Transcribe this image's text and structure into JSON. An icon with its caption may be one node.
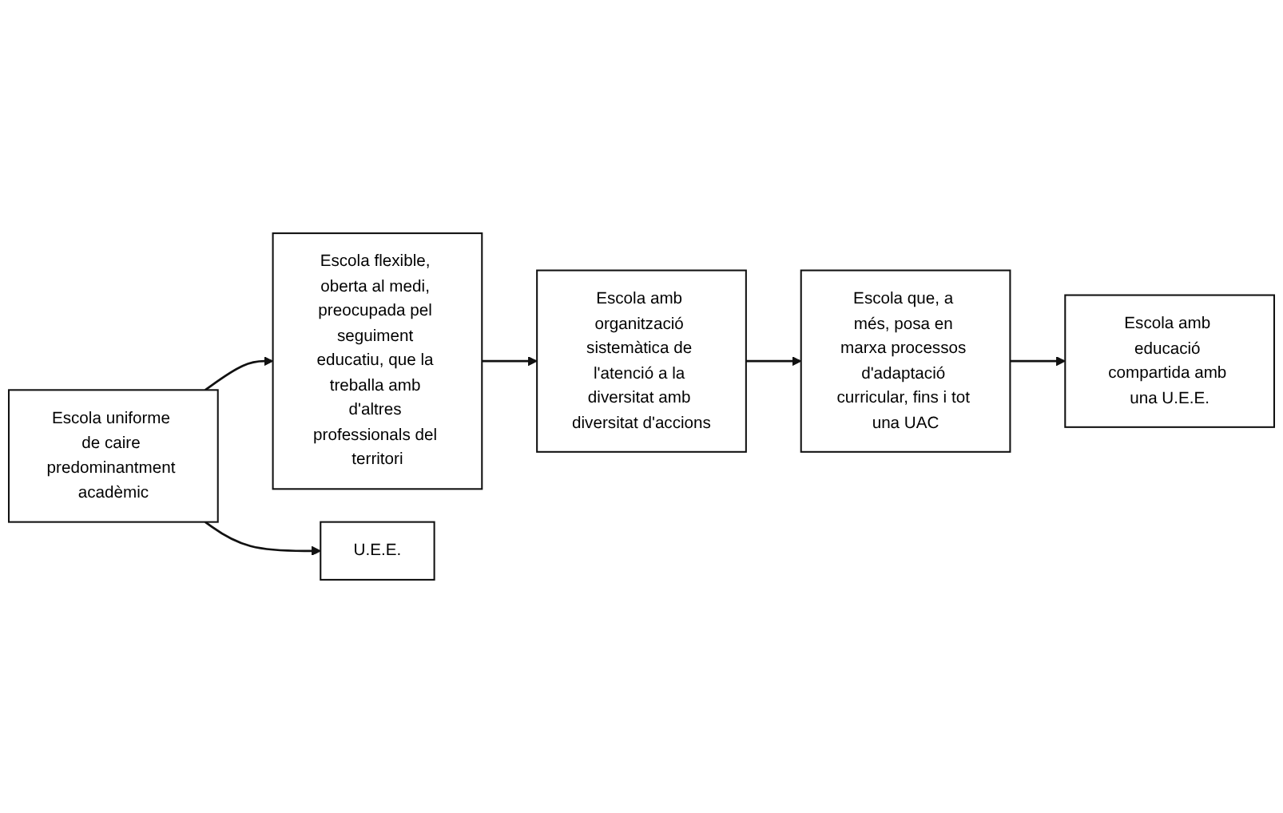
{
  "diagram": {
    "nodes": [
      {
        "text": [
          "Escola uniforme de caire predominantment acadèmic"
        ]
      },
      {
        "text": [
          "Escola flexible, oberta al medi, preocupada pel seguiment educatiu, que la treballa amb d'altres professionals del territori"
        ]
      },
      {
        "text": [
          "Escola amb organització sistemàtica de l'atenció a la diversitat amb diversitat d'accions"
        ]
      },
      {
        "text": [
          "Escola que, a més, posa en marxa processos d'adaptació curricular, fins i tot una UAC"
        ]
      },
      {
        "text": [
          "Escola amb educació compartida amb una U.E.E."
        ]
      },
      {
        "text": [
          "U.E.E."
        ]
      }
    ],
    "edges": [
      {
        "from": 0,
        "to": 1,
        "arrow": "to"
      },
      {
        "from": 1,
        "to": 2,
        "arrow": "to"
      },
      {
        "from": 2,
        "to": 3,
        "arrow": "to"
      },
      {
        "from": 3,
        "to": 4,
        "arrow": "to"
      },
      {
        "from": 0,
        "to": 5,
        "arrow": "to"
      }
    ]
  }
}
